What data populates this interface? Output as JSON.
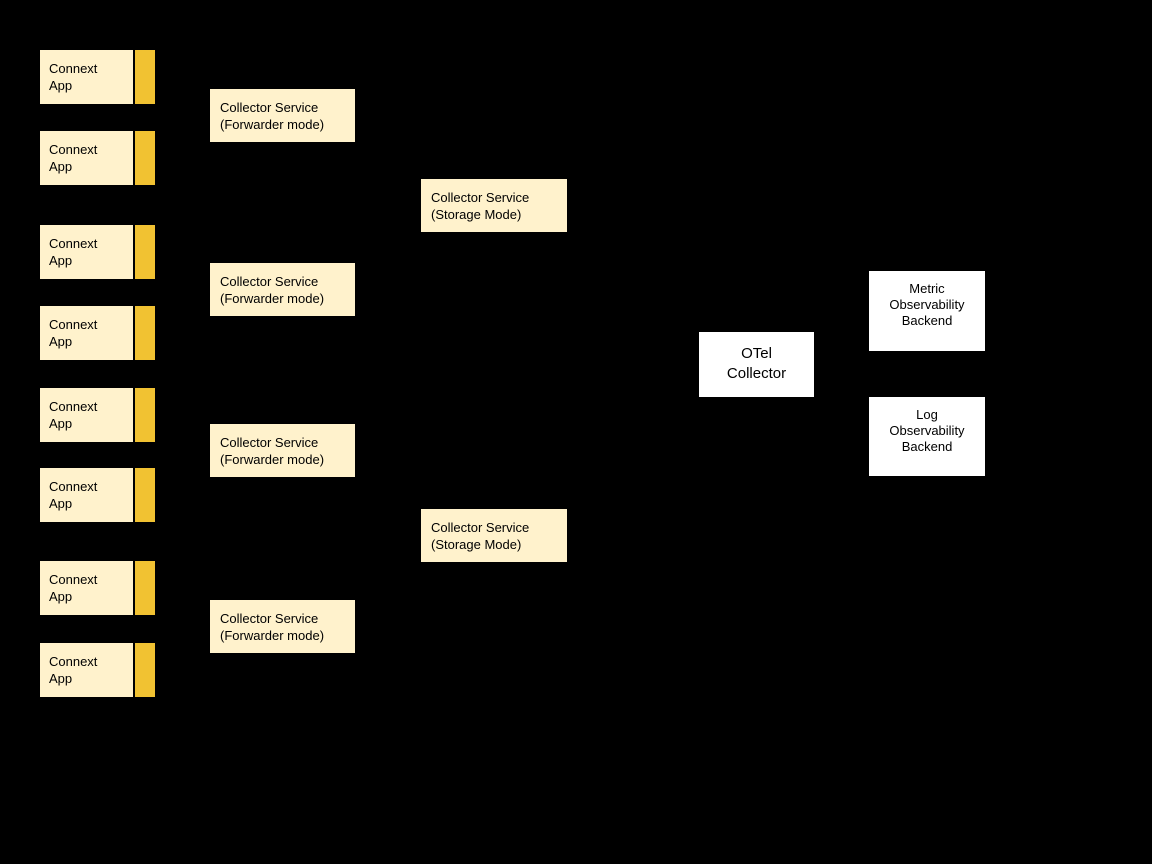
{
  "diagram": {
    "background_color": "#000000",
    "colors": {
      "app_fill": "#FFF2CC",
      "app_accent_strip": "#F1C232",
      "collector_fill": "#FFF2CC",
      "backend_fill": "#FFFFFF",
      "text": "#000000"
    },
    "connext_apps": [
      {
        "line1": "Connext",
        "line2": "App"
      },
      {
        "line1": "Connext",
        "line2": "App"
      },
      {
        "line1": "Connext",
        "line2": "App"
      },
      {
        "line1": "Connext",
        "line2": "App"
      },
      {
        "line1": "Connext",
        "line2": "App"
      },
      {
        "line1": "Connext",
        "line2": "App"
      },
      {
        "line1": "Connext",
        "line2": "App"
      },
      {
        "line1": "Connext",
        "line2": "App"
      }
    ],
    "forwarder_collectors": [
      {
        "line1": "Collector Service",
        "line2": "(Forwarder mode)"
      },
      {
        "line1": "Collector Service",
        "line2": "(Forwarder mode)"
      },
      {
        "line1": "Collector Service",
        "line2": "(Forwarder mode)"
      },
      {
        "line1": "Collector Service",
        "line2": "(Forwarder mode)"
      }
    ],
    "storage_collectors": [
      {
        "line1": "Collector Service",
        "line2": "(Storage Mode)"
      },
      {
        "line1": "Collector Service",
        "line2": "(Storage Mode)"
      }
    ],
    "otel_collector": {
      "line1": "OTel",
      "line2": "Collector"
    },
    "backends": [
      {
        "line1": "Metric",
        "line2": "Observability",
        "line3": "Backend"
      },
      {
        "line1": "Log",
        "line2": "Observability",
        "line3": "Backend"
      }
    ]
  }
}
